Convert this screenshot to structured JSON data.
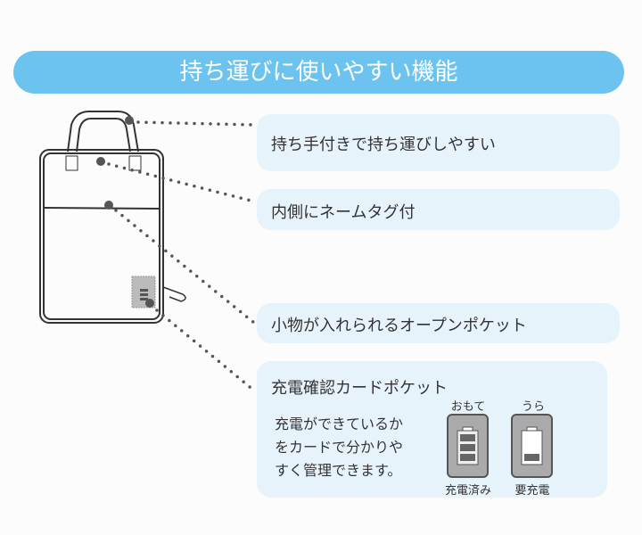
{
  "header": {
    "title": "持ち運びに使いやすい機能"
  },
  "features": [
    {
      "label": "持ち手付きで持ち運びしやすい"
    },
    {
      "label": "内側にネームタグ付"
    },
    {
      "label": "小物が入れられるオープンポケット"
    },
    {
      "label": "充電確認カードポケット",
      "description": [
        "充電ができているか",
        "をカードで分かりや",
        "すく管理できます。"
      ]
    }
  ],
  "card": {
    "front_label": "おもて",
    "back_label": "うら",
    "front_caption": "充電済み",
    "back_caption": "要充電"
  },
  "colors": {
    "accent": "#6cc3ef",
    "box": "#e7f3fb",
    "line": "#444444"
  }
}
